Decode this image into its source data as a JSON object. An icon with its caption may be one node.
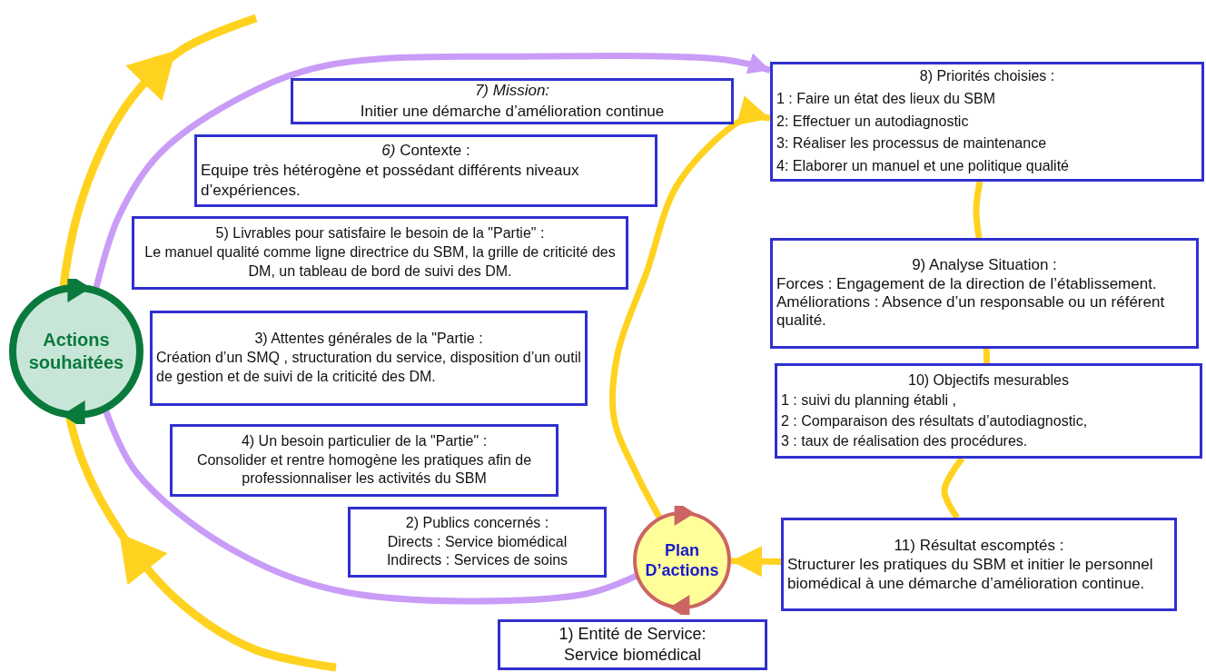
{
  "diagram": {
    "nodes": [
      {
        "text": [
          "1) Entité de Service:",
          "Service biomédical"
        ]
      },
      {
        "text": [
          "2) Publics concernés :",
          "Directs : Service biomédical",
          "Indirects : Services de soins"
        ]
      },
      {
        "text": [
          "4) Un besoin particulier de la \"Partie\" :",
          "Consolider et rentre homogène les pratiques afin de professionnaliser les activités du SBM"
        ]
      },
      {
        "text": [
          "3) Attentes générales de la \"Partie :",
          "Création d’un SMQ , structuration du service, disposition d’un outil de gestion et de suivi de la criticité des DM."
        ]
      },
      {
        "text": [
          "5) Livrables pour satisfaire le besoin de la \"Partie\" :",
          "Le manuel qualité comme ligne directrice du SBM, la grille de criticité des DM, un tableau de bord de suivi des DM."
        ]
      },
      {
        "text": [
          "*6)* Contexte :",
          "Equipe très hétérogène et possédant différents niveaux d’expériences."
        ]
      },
      {
        "text": [
          "7) Mission:",
          "Initier une démarche d’amélioration continue"
        ]
      },
      {
        "text": [
          "8) Priorités choisies :",
          "1 : Faire un état des lieux du SBM",
          "2: Effectuer un autodiagnostic",
          "3: Réaliser les processus de maintenance",
          "4: Elaborer un manuel et une politique qualité"
        ]
      },
      {
        "text": [
          "9) Analyse Situation :",
          "Forces : Engagement de la direction de l’établissement.",
          "Améliorations : Absence d’un responsable ou un référent qualité."
        ]
      },
      {
        "text": [
          "10) Objectifs mesurables",
          "1 : suivi du planning établi ,",
          "2 : Comparaison des résultats d’autodiagnostic,",
          "3 : taux de réalisation des procédures."
        ]
      },
      {
        "text": [
          "11) Résultat escomptés :",
          "Structurer les pratiques du SBM et initier le personnel biomédical à une démarche d’amélioration continue."
        ]
      },
      {
        "text": [
          "Plan D’actions"
        ]
      },
      {
        "text": [
          "Actions souhaitées"
        ]
      }
    ],
    "edges": [
      {
        "from": 11,
        "to": 7,
        "arrow": "to"
      },
      {
        "from": 7,
        "to": 8,
        "arrow": "none"
      },
      {
        "from": 8,
        "to": 9,
        "arrow": "none"
      },
      {
        "from": 9,
        "to": 10,
        "arrow": "none"
      },
      {
        "from": 10,
        "to": 11,
        "arrow": "to"
      },
      {
        "from": 11,
        "to": 12,
        "arrow": "none",
        "color": "#c99cf7"
      },
      {
        "from": 12,
        "to": 7,
        "arrow": "to",
        "color": "#c99cf7"
      }
    ]
  }
}
